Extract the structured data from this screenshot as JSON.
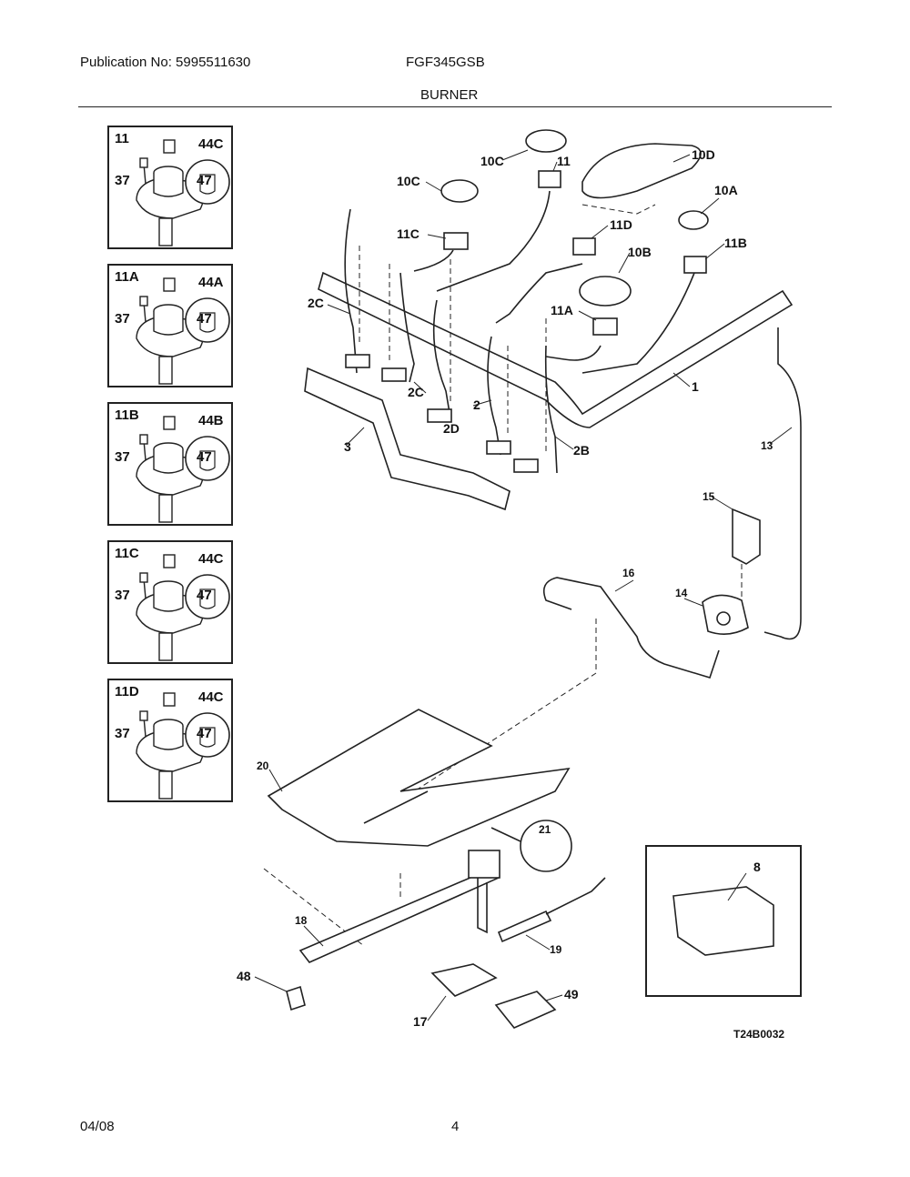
{
  "header": {
    "publication": "Publication No: 5995511630",
    "model": "FGF345GSB",
    "section": "BURNER"
  },
  "insets": [
    {
      "id": "11",
      "cap": "44C",
      "screw": "37",
      "orifice": "47"
    },
    {
      "id": "11A",
      "cap": "44A",
      "screw": "37",
      "orifice": "47"
    },
    {
      "id": "11B",
      "cap": "44B",
      "screw": "37",
      "orifice": "47"
    },
    {
      "id": "11C",
      "cap": "44C",
      "screw": "37",
      "orifice": "47"
    },
    {
      "id": "11D",
      "cap": "44C",
      "screw": "37",
      "orifice": "47"
    }
  ],
  "callouts": {
    "c10C_top": "10C",
    "c11_top": "11",
    "c10D": "10D",
    "c10C_left": "10C",
    "c10A": "10A",
    "c11C": "11C",
    "c11D": "11D",
    "c10B": "10B",
    "c11B": "11B",
    "c2C_left": "2C",
    "c11A": "11A",
    "c1": "1",
    "c2C_mid": "2C",
    "c2": "2",
    "c2D": "2D",
    "c2B": "2B",
    "c3": "3",
    "c13": "13",
    "c15": "15",
    "c16": "16",
    "c14": "14",
    "c20": "20",
    "c21": "21",
    "c8": "8",
    "c18": "18",
    "c19": "19",
    "c48": "48",
    "c49": "49",
    "c17": "17"
  },
  "drawing_code": "T24B0032",
  "footer": {
    "date": "04/08",
    "page": "4"
  }
}
